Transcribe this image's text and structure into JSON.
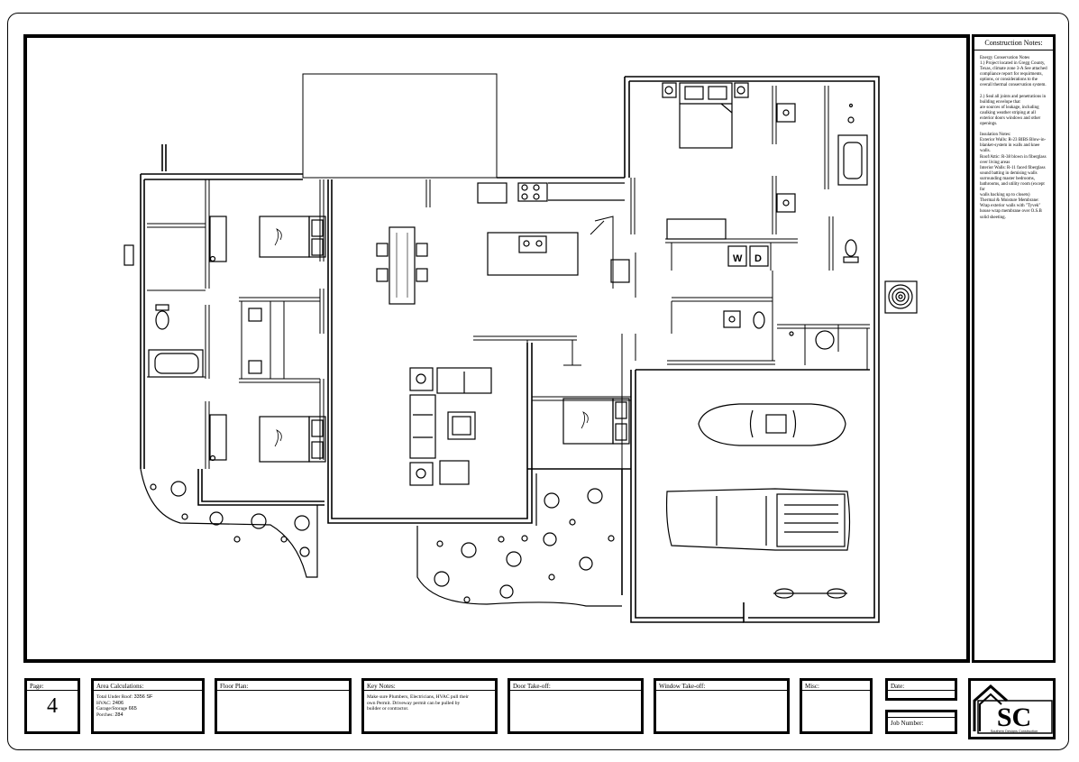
{
  "construction_notes": {
    "title": "Construction Notes:",
    "paragraphs": [
      "Energy Conservation Notes\n1.) Project located in Gregg County, Texas, climate zone 3-A See attached compliance report for requirments, options, or considerations to the overall thermal conservation system.",
      "2.) Seal all joints and penetrations in building envelope that\nare sources of leakage, including caulking weather striping at all exterior doors windows and other openings.",
      "Insulation Notes:\nExterior Walls: R-23 BIBS Blow-in-blanket-system in walls and knee\nwalls.\nRoof/Attic: R-38 blown in fiberglass over living areas\nInterior Walls: R-11 faced fiberglass sound batting in demising walls\nsurrounding master bedrooms, bathrooms, and utility room (except for\nwalls backing up to closets)\nThermal & Moisture Membrane: Wrap exterior walls with \"Tyvek\"\nhouse wrap membrane over O.S.B solid sheeting."
    ]
  },
  "title_block": {
    "page": {
      "label": "Page:",
      "number": "4"
    },
    "area": {
      "label": "Area Calculations:",
      "lines": [
        {
          "label": "Total Under Roof:",
          "value": "3356 SF"
        },
        {
          "label": "HVAC:",
          "value": "2406"
        },
        {
          "label": "Garage/Storage",
          "value": "665"
        },
        {
          "label": "Porches:",
          "value": "284"
        }
      ]
    },
    "floor_plan": {
      "label": "Floor Plan:"
    },
    "key_notes": {
      "label": "Key Notes:",
      "text": "Make sure Plumbers, Electricians, HVAC pull their own Permit. Driveway permit can be pulled by builder or contractor."
    },
    "door_takeoff": {
      "label": "Door Take-off:"
    },
    "window_takeoff": {
      "label": "Window Take-off:"
    },
    "misc": {
      "label": "Misc:"
    },
    "date": {
      "label": "Date:"
    },
    "job_number": {
      "label": "Job Number:"
    },
    "logo": {
      "letters": "SC",
      "tagline": "Southern Designs Construction"
    }
  },
  "plan_symbols": {
    "washer": "W",
    "dryer": "D"
  }
}
